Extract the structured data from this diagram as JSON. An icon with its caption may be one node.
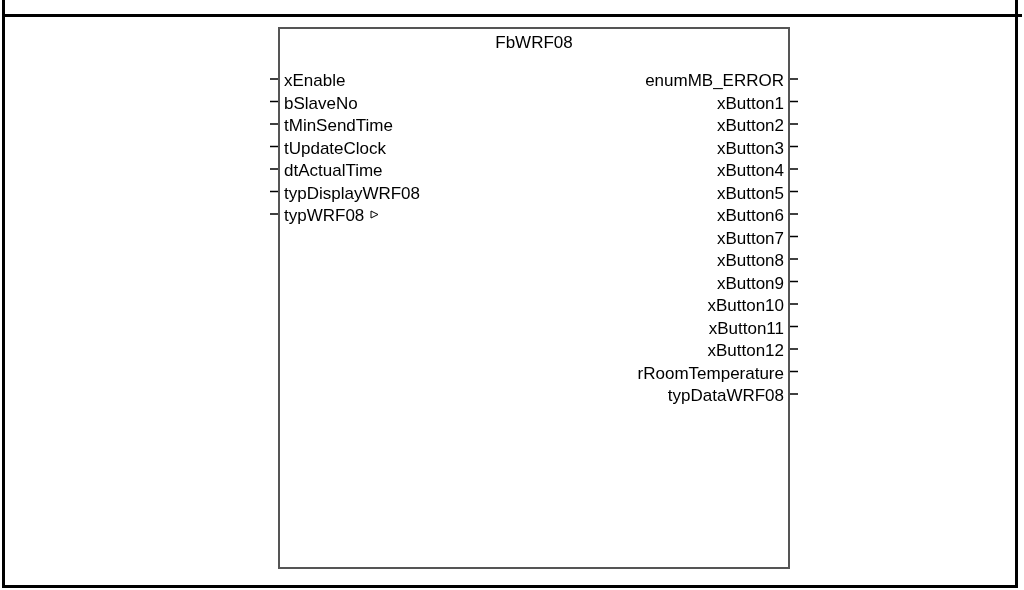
{
  "diagram": {
    "nodes": [
      {
        "text": [
          "FbWRF08"
        ]
      }
    ],
    "labels": [
      "xEnable",
      "bSlaveNo",
      "tMinSendTime",
      "tUpdateClock",
      "dtActualTime",
      "typDisplayWRF08",
      "typWRF08",
      "enumMB_ERROR",
      "xButton1",
      "xButton2",
      "xButton3",
      "xButton4",
      "xButton5",
      "xButton6",
      "xButton7",
      "xButton8",
      "xButton9",
      "xButton10",
      "xButton11",
      "xButton12",
      "rRoomTemperature",
      "typDataWRF08"
    ]
  }
}
